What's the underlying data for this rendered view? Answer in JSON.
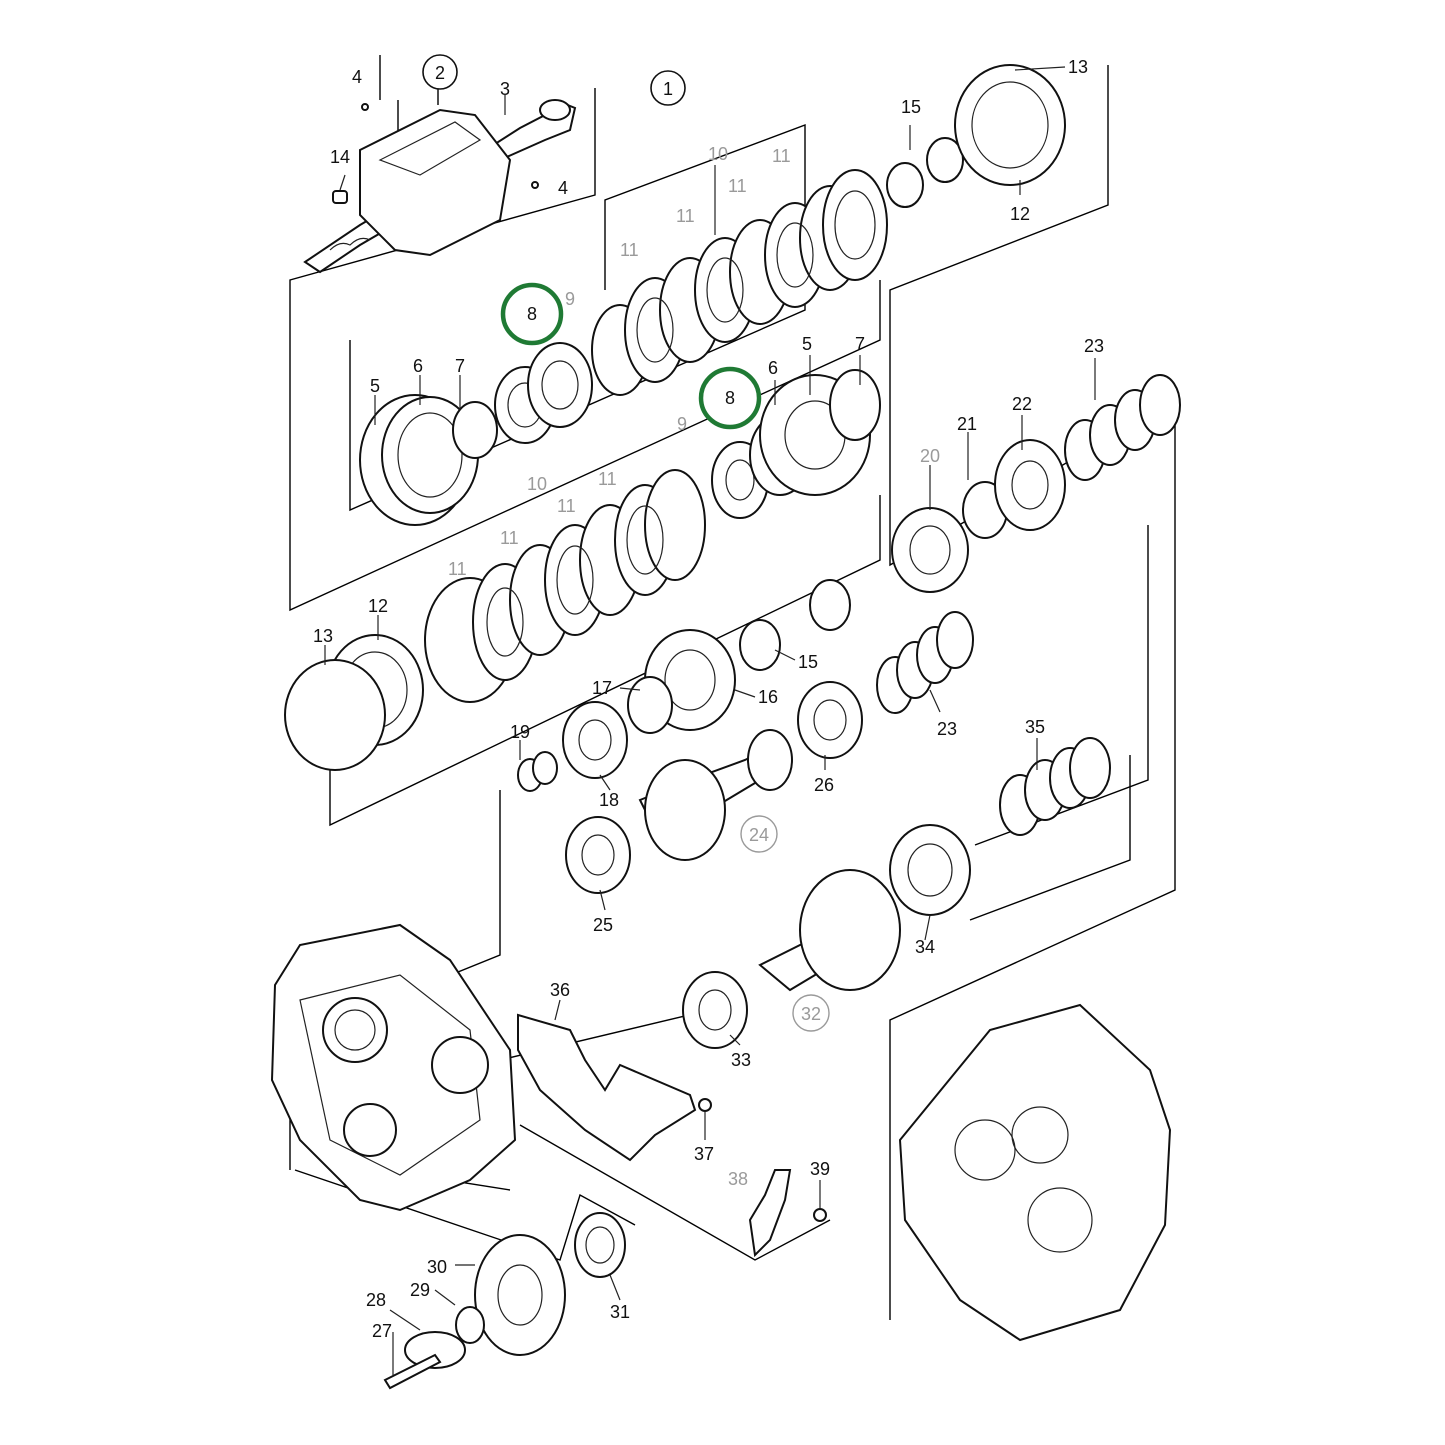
{
  "diagram": {
    "highlight_color": "#1f7a34",
    "callouts": {
      "c1": "1",
      "c2": "2",
      "c8a": "8",
      "c8b": "8",
      "c20": "20",
      "c24": "24",
      "c32": "32"
    },
    "labels": {
      "l3": "3",
      "l4a": "4",
      "l4b": "4",
      "l14": "14",
      "l13a": "13",
      "l15a": "15",
      "l12a": "12",
      "l10a": "10",
      "l11a": "11",
      "l11b": "11",
      "l11c": "11",
      "l11d": "11",
      "l9a": "9",
      "l5a": "5",
      "l6a": "6",
      "l7a": "7",
      "l9b": "9",
      "l5b": "5",
      "l6b": "6",
      "l7b": "7",
      "l23a": "23",
      "l21": "21",
      "l22": "22",
      "l10b": "10",
      "l11e": "11",
      "l11f": "11",
      "l11g": "11",
      "l11h": "11",
      "l12b": "12",
      "l13b": "13",
      "l15b": "15",
      "l17": "17",
      "l16": "16",
      "l23b": "23",
      "l19": "19",
      "l18": "18",
      "l26": "26",
      "l35": "35",
      "l25": "25",
      "l34": "34",
      "l36": "36",
      "l33": "33",
      "l37": "37",
      "l38": "38",
      "l39": "39",
      "l30": "30",
      "l29": "29",
      "l28": "28",
      "l27": "27",
      "l31": "31"
    }
  }
}
